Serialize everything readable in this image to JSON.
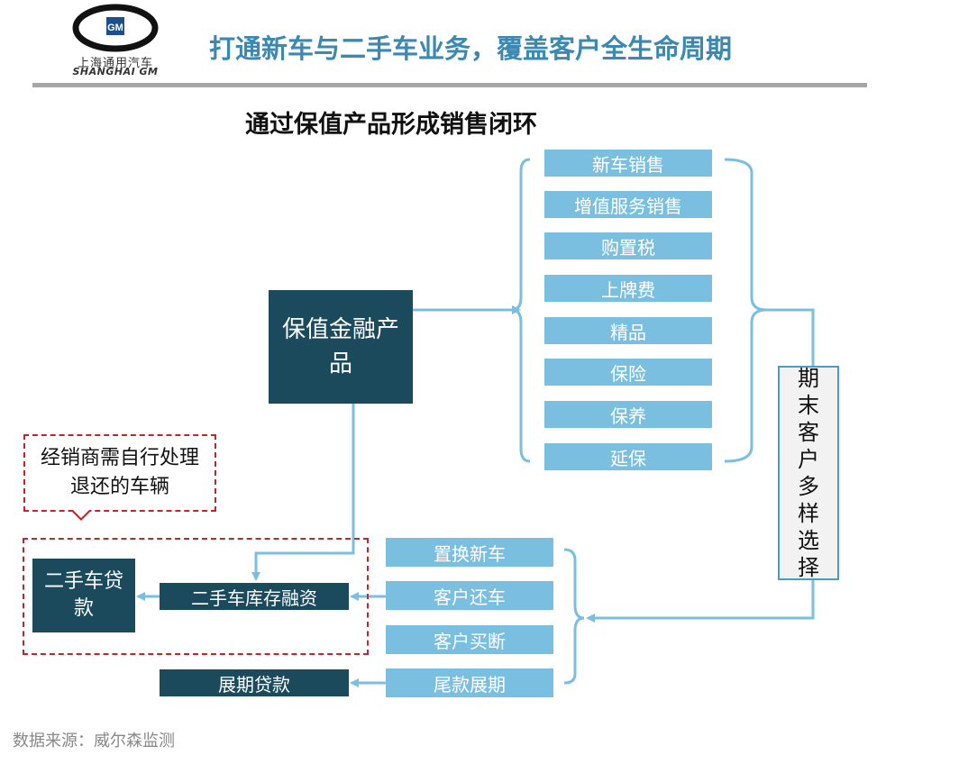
{
  "logo": {
    "emblem_text": "GM",
    "cn_name": "上海通用汽车",
    "en_name": "SHANGHAI GM"
  },
  "header": {
    "title": "打通新车与二手车业务，覆盖客户全生命周期"
  },
  "subtitle": "通过保值产品形成销售闭环",
  "main_product": "保值金融产品",
  "revenue_items": [
    "新车销售",
    "增值服务销售",
    "购置税",
    "上牌费",
    "精品",
    "保险",
    "保养",
    "延保"
  ],
  "customer_choices": "期末客户多样选择",
  "end_options": [
    "置换新车",
    "客户还车",
    "客户买断",
    "尾款展期"
  ],
  "callout": "经销商需自行处理退还的车辆",
  "used_car_loan": "二手车贷款",
  "used_car_inventory_finance": "二手车库存融资",
  "extended_loan": "展期贷款",
  "source": "数据来源：威尔森监测",
  "colors": {
    "dark_node": "#1b4a5d",
    "light_node": "#7bbfe0",
    "connector": "#7bbfe0",
    "callout_border": "#c0262b",
    "title": "#3b88b2"
  }
}
